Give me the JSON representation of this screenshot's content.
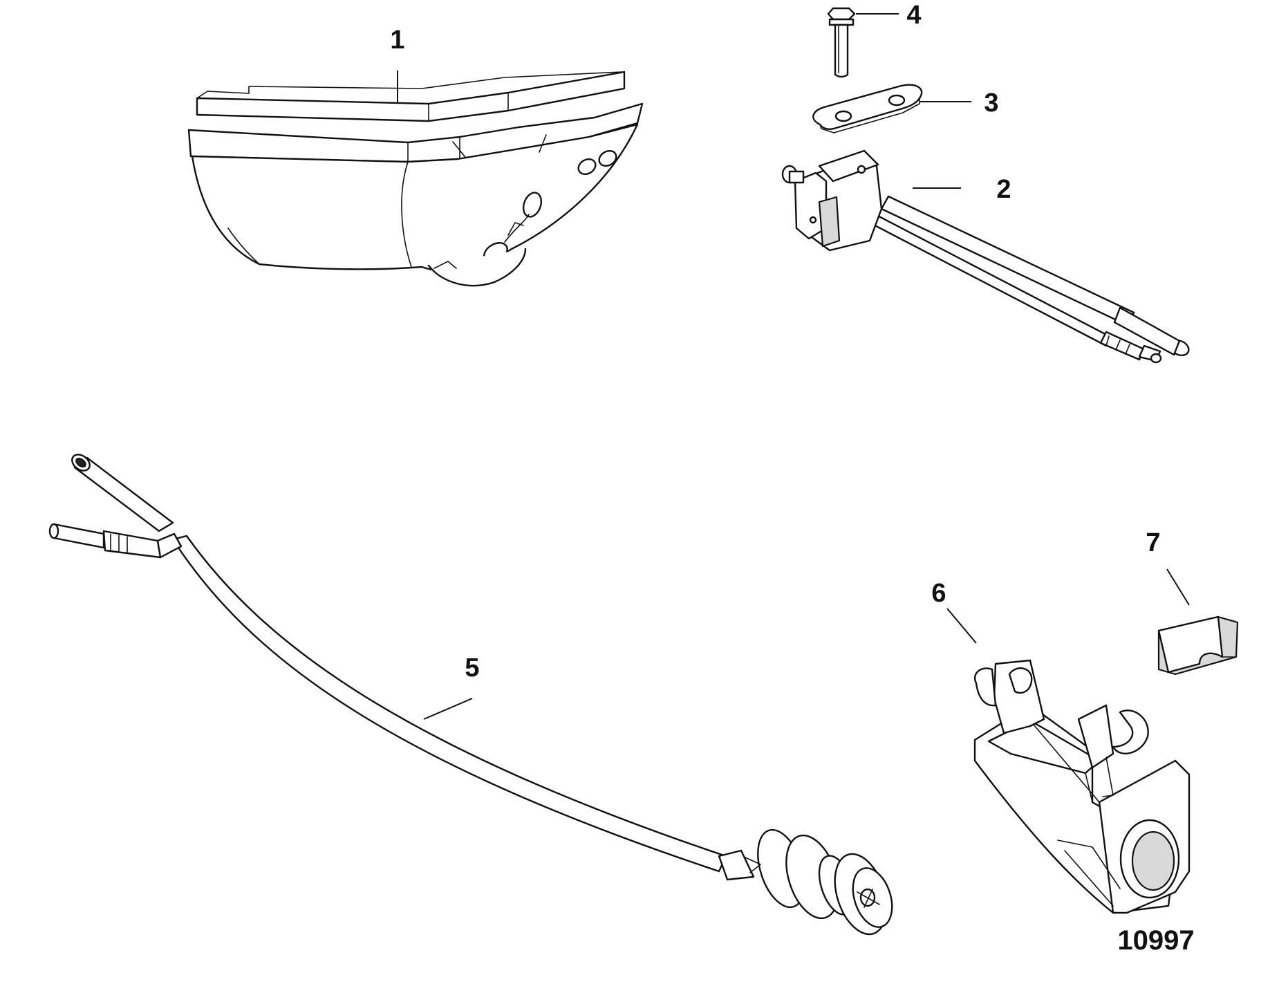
{
  "diagram": {
    "callouts": [
      {
        "id": "1",
        "label": "1"
      },
      {
        "id": "2",
        "label": "2"
      },
      {
        "id": "3",
        "label": "3"
      },
      {
        "id": "4",
        "label": "4"
      },
      {
        "id": "5",
        "label": "5"
      },
      {
        "id": "6",
        "label": "6"
      },
      {
        "id": "7",
        "label": "7"
      }
    ],
    "figure_number": "10997"
  }
}
